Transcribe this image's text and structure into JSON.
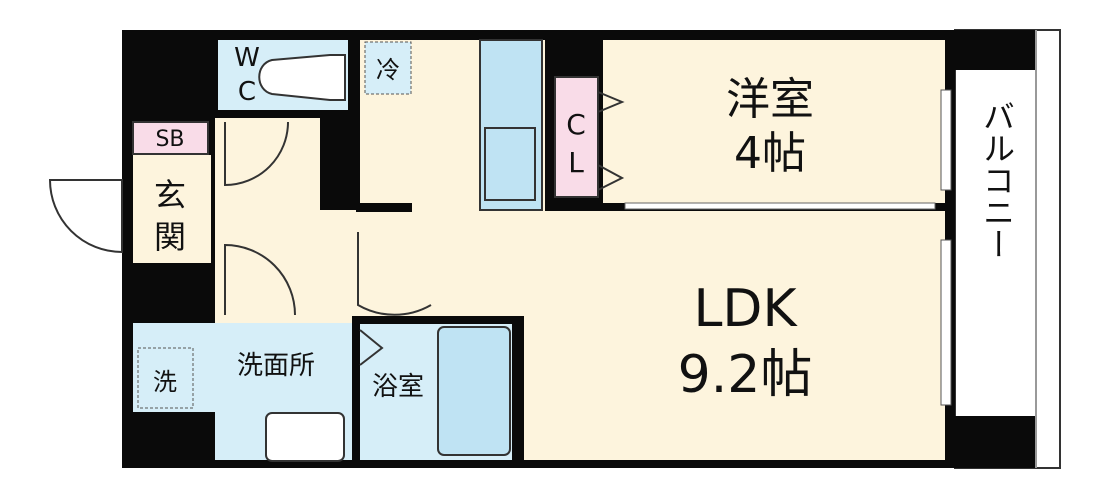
{
  "colors": {
    "wall": "#0a0a0a",
    "floor_warm": "#fdf4dd",
    "floor_blue": "#d6eef8",
    "closet_pink": "#f9dce8",
    "fixture_blue": "#bfe3f3",
    "outline": "#222222",
    "white": "#ffffff"
  },
  "rooms": {
    "western": {
      "name": "洋室",
      "size": "4帖"
    },
    "ldk": {
      "name": "LDK",
      "size": "9.2帖"
    },
    "wc": {
      "line1": "W",
      "line2": "C"
    },
    "closet": {
      "line1": "C",
      "line2": "L"
    },
    "fridge": "冷",
    "shoebox": "SB",
    "entrance": {
      "line1": "玄",
      "line2": "関"
    },
    "washroom": "洗面所",
    "washer": "洗",
    "bath": "浴室",
    "balcony": "バルコニー"
  }
}
